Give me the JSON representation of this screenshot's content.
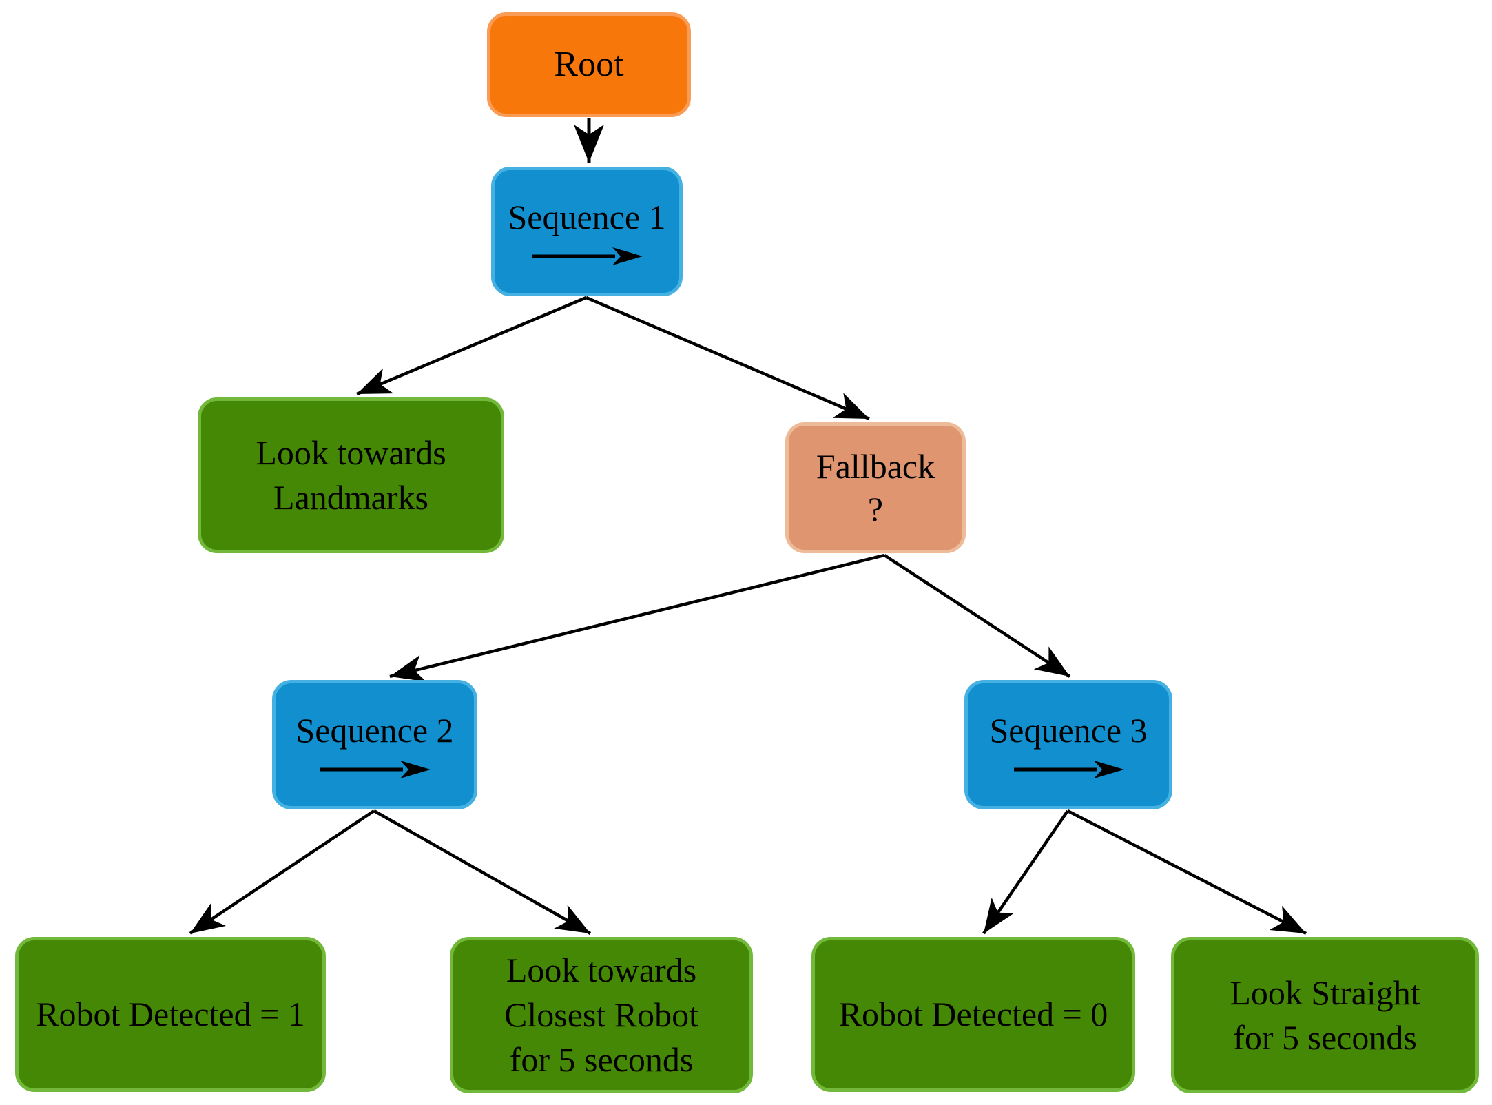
{
  "colors": {
    "background": "#ffffff",
    "root_fill": "#f7770b",
    "root_border": "#fa9c55",
    "sequence_fill": "#118fce",
    "sequence_border": "#45b0e2",
    "action_fill": "#458805",
    "action_border": "#72b93b",
    "fallback_fill": "#de9570",
    "fallback_border": "#edbb97",
    "edge": "#000000",
    "text": "#000000"
  },
  "nodes": {
    "root": {
      "label": "Root",
      "type": "root"
    },
    "sequence1": {
      "label": "Sequence 1",
      "type": "sequence",
      "icon": "right-arrow"
    },
    "landmarks": {
      "label": "Look towards\nLandmarks",
      "type": "action"
    },
    "fallback": {
      "label": "Fallback\n?",
      "type": "fallback"
    },
    "sequence2": {
      "label": "Sequence 2",
      "type": "sequence",
      "icon": "right-arrow"
    },
    "sequence3": {
      "label": "Sequence 3",
      "type": "sequence",
      "icon": "right-arrow"
    },
    "robot_detected_1": {
      "label": "Robot Detected = 1",
      "type": "action"
    },
    "look_closest_robot": {
      "label": "Look towards\nClosest Robot\nfor 5 seconds",
      "type": "action"
    },
    "robot_detected_0": {
      "label": "Robot Detected = 0",
      "type": "action"
    },
    "look_straight": {
      "label": "Look Straight\nfor 5 seconds",
      "type": "action"
    }
  },
  "edges": [
    {
      "from": "root",
      "to": "sequence1"
    },
    {
      "from": "sequence1",
      "to": "landmarks"
    },
    {
      "from": "sequence1",
      "to": "fallback"
    },
    {
      "from": "fallback",
      "to": "sequence2"
    },
    {
      "from": "fallback",
      "to": "sequence3"
    },
    {
      "from": "sequence2",
      "to": "robot_detected_1"
    },
    {
      "from": "sequence2",
      "to": "look_closest_robot"
    },
    {
      "from": "sequence3",
      "to": "robot_detected_0"
    },
    {
      "from": "sequence3",
      "to": "look_straight"
    }
  ]
}
